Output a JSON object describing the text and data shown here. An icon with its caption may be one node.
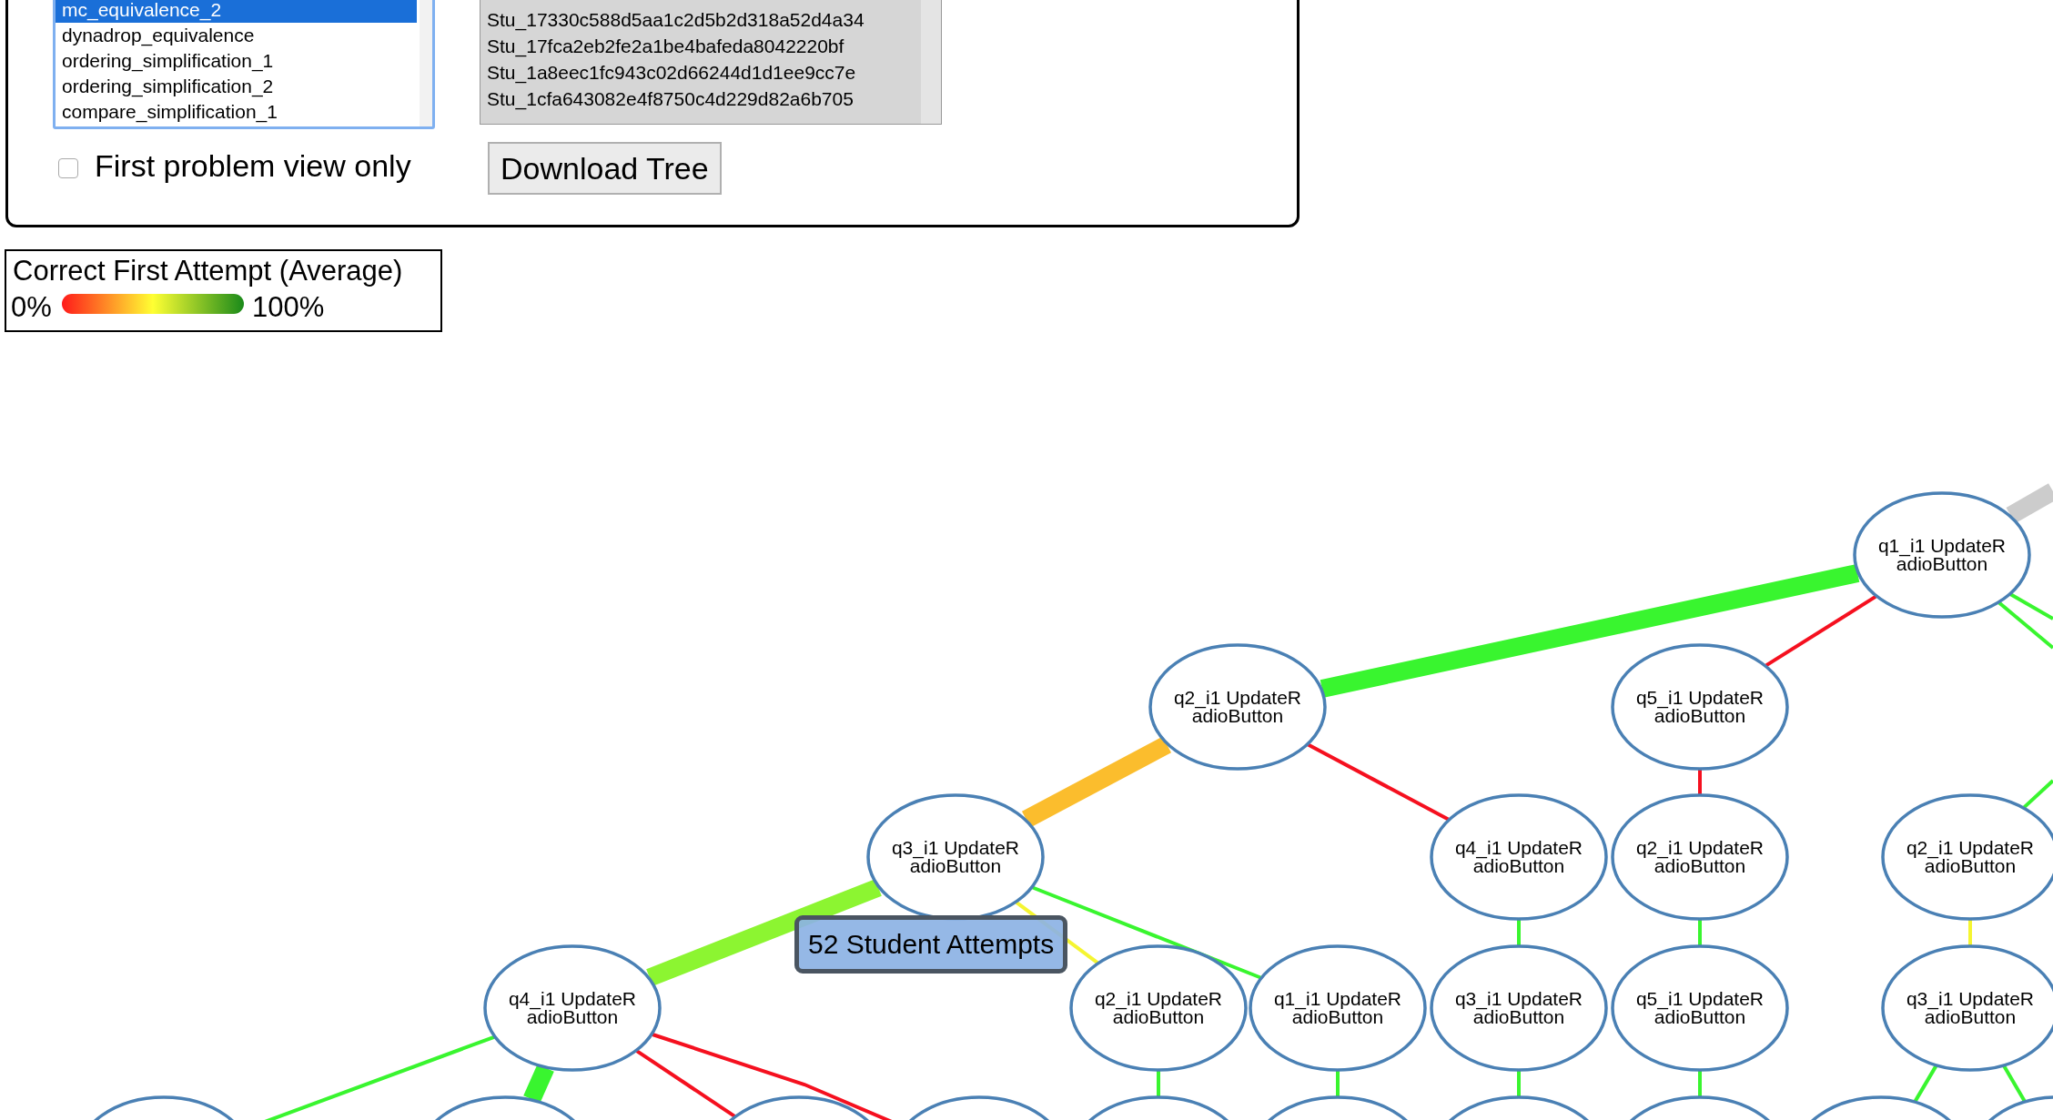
{
  "diagram": {
    "nodes": [
      {
        "text": [
          "q1_i1 UpdateR adioButton"
        ]
      },
      {
        "text": [
          "q2_i1 UpdateR adioButton"
        ]
      },
      {
        "text": [
          "q5_i1 UpdateR adioButton"
        ]
      },
      {
        "text": [
          "q3_i1 UpdateR adioButton"
        ]
      },
      {
        "text": [
          "q4_i1 UpdateR adioButton"
        ]
      },
      {
        "text": [
          "q2_i1 UpdateR adioButton"
        ]
      },
      {
        "text": [
          "q2_i1 UpdateR adioButton"
        ]
      },
      {
        "text": [
          "q4_i1 UpdateR adioButton"
        ]
      },
      {
        "text": [
          "q2_i1 UpdateR adioButton"
        ]
      },
      {
        "text": [
          "q1_i1 UpdateR adioButton"
        ]
      },
      {
        "text": [
          "q3_i1 UpdateR adioButton"
        ]
      },
      {
        "text": [
          "q5_i1 UpdateR adioButton"
        ]
      },
      {
        "text": [
          "q3_i1 UpdateR adioButton"
        ]
      },
      {
        "text": [],
        "shape": "ellipse"
      },
      {
        "text": [],
        "shape": "ellipse"
      },
      {
        "text": [],
        "shape": "ellipse"
      },
      {
        "text": [],
        "shape": "ellipse"
      },
      {
        "text": [],
        "shape": "ellipse"
      },
      {
        "text": [],
        "shape": "ellipse"
      },
      {
        "text": [],
        "shape": "ellipse"
      },
      {
        "text": [],
        "shape": "ellipse"
      },
      {
        "text": [],
        "shape": "ellipse"
      },
      {
        "text": [],
        "shape": "ellipse"
      }
    ],
    "edges": [
      {
        "from": null,
        "to": 0,
        "arrow": "none",
        "style": "thick",
        "color": "#cccccc"
      },
      {
        "from": 0,
        "to": null,
        "arrow": "none"
      },
      {
        "from": 0,
        "to": null,
        "arrow": "none"
      },
      {
        "from": 0,
        "to": 1,
        "arrow": "none",
        "style": "thick"
      },
      {
        "from": 0,
        "to": 2,
        "arrow": "none",
        "color": "#f5101f"
      },
      {
        "from": 1,
        "to": 3,
        "arrow": "none",
        "style": "thick",
        "color": "#fbbd2d"
      },
      {
        "from": 1,
        "to": 4,
        "arrow": "none",
        "color": "#f5101f"
      },
      {
        "from": 2,
        "to": 5,
        "arrow": "none",
        "color": "#f5101f"
      },
      {
        "from": null,
        "to": 6,
        "arrow": "none"
      },
      {
        "from": 3,
        "to": 7,
        "arrow": "none",
        "style": "thick",
        "color": "#8cf531"
      },
      {
        "from": 3,
        "to": 8,
        "arrow": "none",
        "color": "#f5f531"
      },
      {
        "from": 3,
        "to": 9,
        "arrow": "none"
      },
      {
        "from": 4,
        "to": 10,
        "arrow": "none"
      },
      {
        "from": 5,
        "to": 11,
        "arrow": "none"
      },
      {
        "from": 6,
        "to": 12,
        "arrow": "none",
        "color": "#f5f531"
      },
      {
        "from": 7,
        "to": 13,
        "arrow": "none"
      },
      {
        "from": 7,
        "to": 14,
        "arrow": "none",
        "style": "thick"
      },
      {
        "from": 7,
        "to": 15,
        "arrow": "none",
        "color": "#f5101f"
      },
      {
        "from": 7,
        "to": 16,
        "arrow": "none",
        "color": "#f5101f"
      },
      {
        "from": 8,
        "to": 17,
        "arrow": "none"
      },
      {
        "from": 9,
        "to": 18,
        "arrow": "none"
      },
      {
        "from": 10,
        "to": 19,
        "arrow": "none"
      },
      {
        "from": 11,
        "to": 20,
        "arrow": "none"
      },
      {
        "from": 12,
        "to": 21,
        "arrow": "none"
      },
      {
        "from": 12,
        "to": 22,
        "arrow": "none"
      }
    ],
    "labels": [
      "mc_equivalence_2",
      "dynadrop_equivalence",
      "ordering_simplification_1",
      "ordering_simplification_2",
      "compare_simplification_1",
      "Stu_17330c588d5aa1c2d5b2d318a52d4a34",
      "Stu_17fca2eb2fe2a1be4bafeda8042220bf",
      "Stu_1a8eec1fc943c02d66244d1d1ee9cc7e",
      "Stu_1cfa643082e4f8750c4d229d82a6b705",
      "First problem view only",
      "Download Tree",
      "Correct First Attempt (Average)",
      "0%",
      "100%",
      "52 Student Attempts"
    ]
  }
}
